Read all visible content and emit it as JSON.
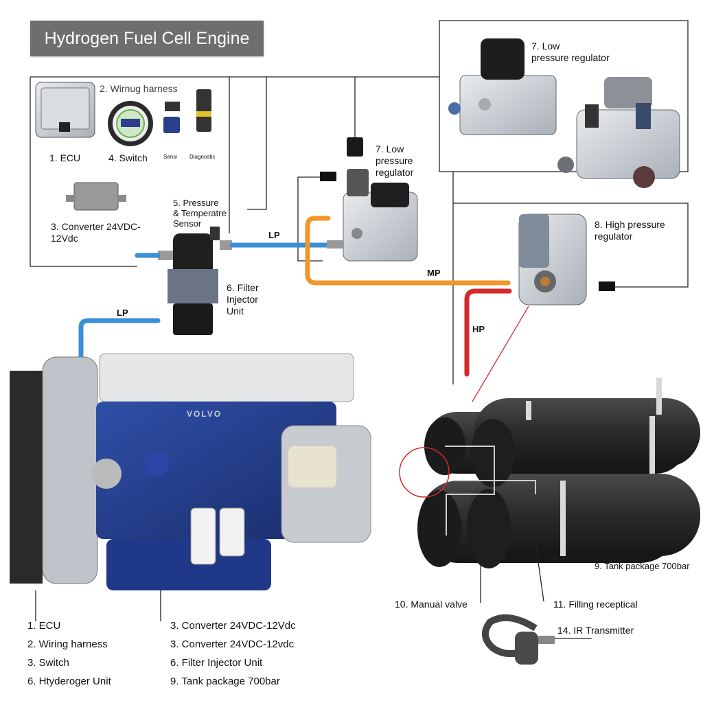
{
  "title": "Hydrogen Fuel Cell Engine",
  "labels": {
    "wiring_harness": "2. Wirnug harness",
    "ecu": "1. ECU",
    "switch": "4. Switch",
    "sensor_small": "Sensi",
    "diagnostic_small": "Diagnostic",
    "converter": "3. Converter 24VDC-\n12Vdc",
    "pressure_sensor": "5. Pressure\n& Temperatre\nSensor",
    "filter_injector": "6. Filter\nInjector\nUnit",
    "low_pressure_reg_mid": "7. Low\npressure\nregulator",
    "low_pressure_reg_top": "7. Low\npressure regulator",
    "high_pressure_reg": "8. High pressure\nregulator",
    "tank_package": "9. Tank package 700bar",
    "manual_valve": "10. Manual valve",
    "filling_receptical": "11. Filling receptical",
    "ir_transmitter": "14. IR Transmitter",
    "engine_brand": "VOLVO"
  },
  "line_labels": {
    "lp_upper": "LP",
    "lp_lower": "LP",
    "mp": "MP",
    "hp": "HP"
  },
  "legend_left": [
    "1.   ECU",
    "2. Wiring harness",
    "3.   Switch",
    "6. Htyderoger Unit"
  ],
  "legend_right": [
    "3. Converter 24VDC-12Vdc",
    "3. Converter 24VDC-12vdc",
    "6.  Filter Injector Unit",
    "9.  Tank package 700bar"
  ],
  "colors": {
    "lp_line": "#3a8fd6",
    "mp_line": "#f0962a",
    "hp_line": "#d42a2a",
    "engine_blue": "#23408e",
    "tank": "#2f2f2f"
  }
}
